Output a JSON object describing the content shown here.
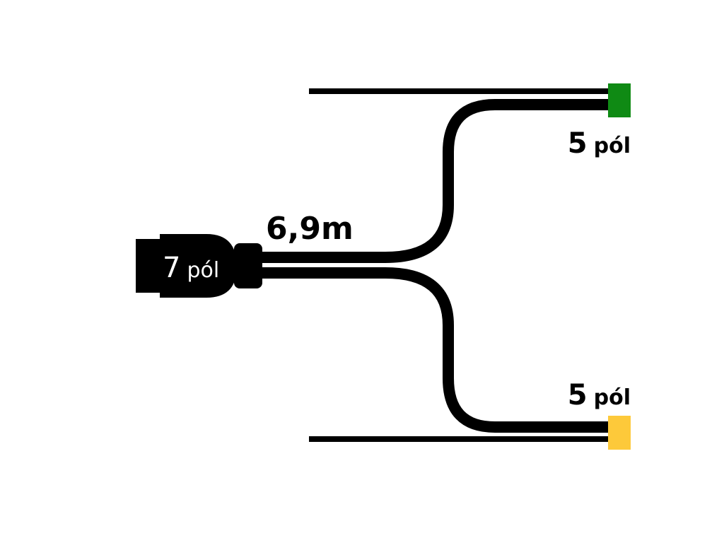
{
  "main_connector": {
    "pins": "7",
    "unit": "pól",
    "color": "#000000",
    "label_color": "#ffffff"
  },
  "cable": {
    "length": "6,9m",
    "color": "#000000"
  },
  "connector_top": {
    "pins": "5",
    "unit": "pól",
    "color": "#0f8a14"
  },
  "connector_bottom": {
    "pins": "5",
    "unit": "pól",
    "color": "#fdc93a"
  }
}
